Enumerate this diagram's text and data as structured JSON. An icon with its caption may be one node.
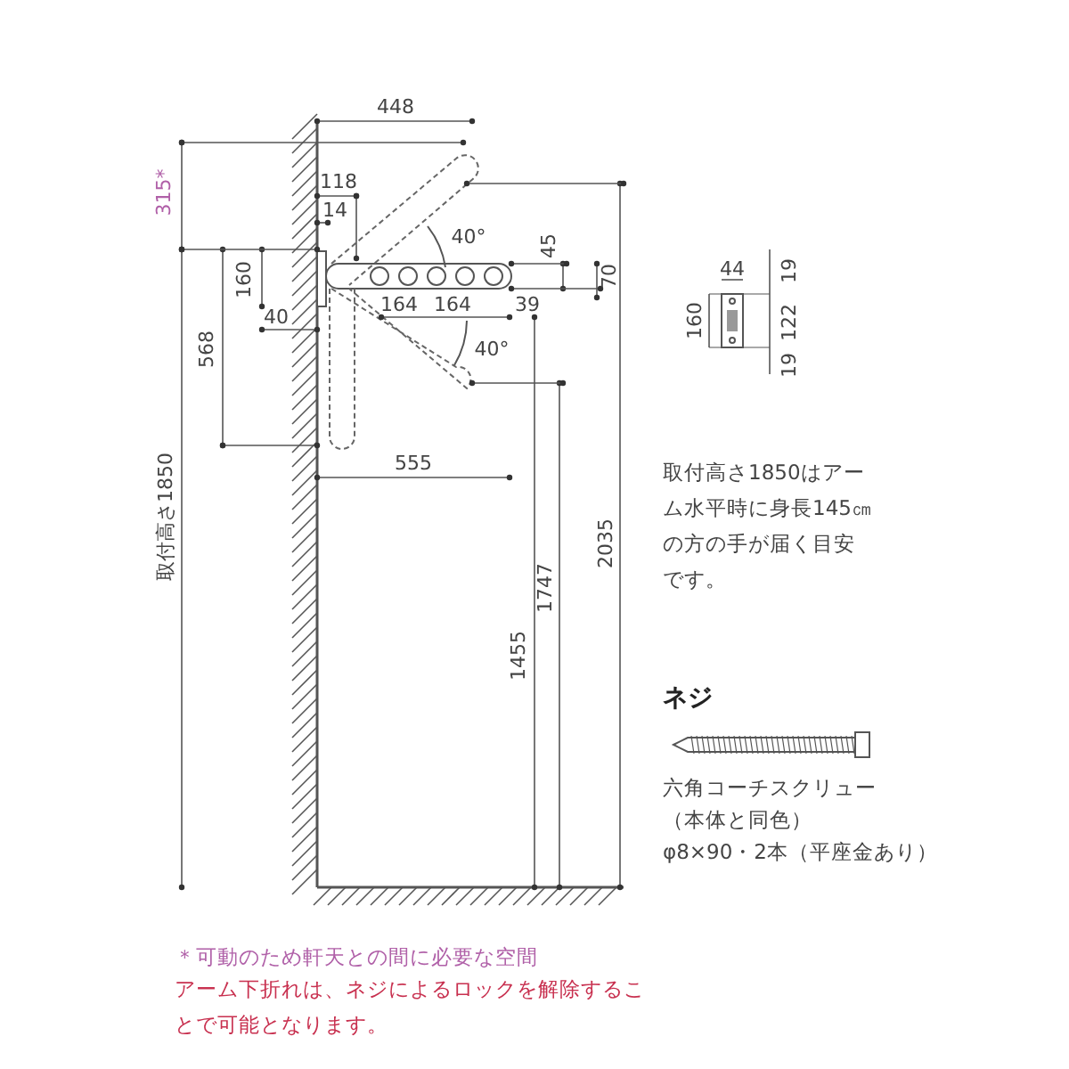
{
  "diagram": {
    "labels": [
      "448",
      "315*",
      "118",
      "14",
      "40°",
      "45",
      "70",
      "160",
      "568",
      "40",
      "164",
      "164",
      "39",
      "40°",
      "555",
      "取付高さ1850",
      "1455",
      "1747",
      "2035",
      "44",
      "160",
      "19",
      "122",
      "19",
      "取付高さ1850はアーム水平時に身長145㎝の方の手が届く目安です。",
      "ネジ",
      "六角コーチスクリュー",
      "（本体と同色）",
      "φ8×90・2本（平座金あり）",
      "＊可動のため軒天との間に必要な空間",
      "アーム下折れは、ネジによるロックを解除することで可能となります。"
    ]
  }
}
